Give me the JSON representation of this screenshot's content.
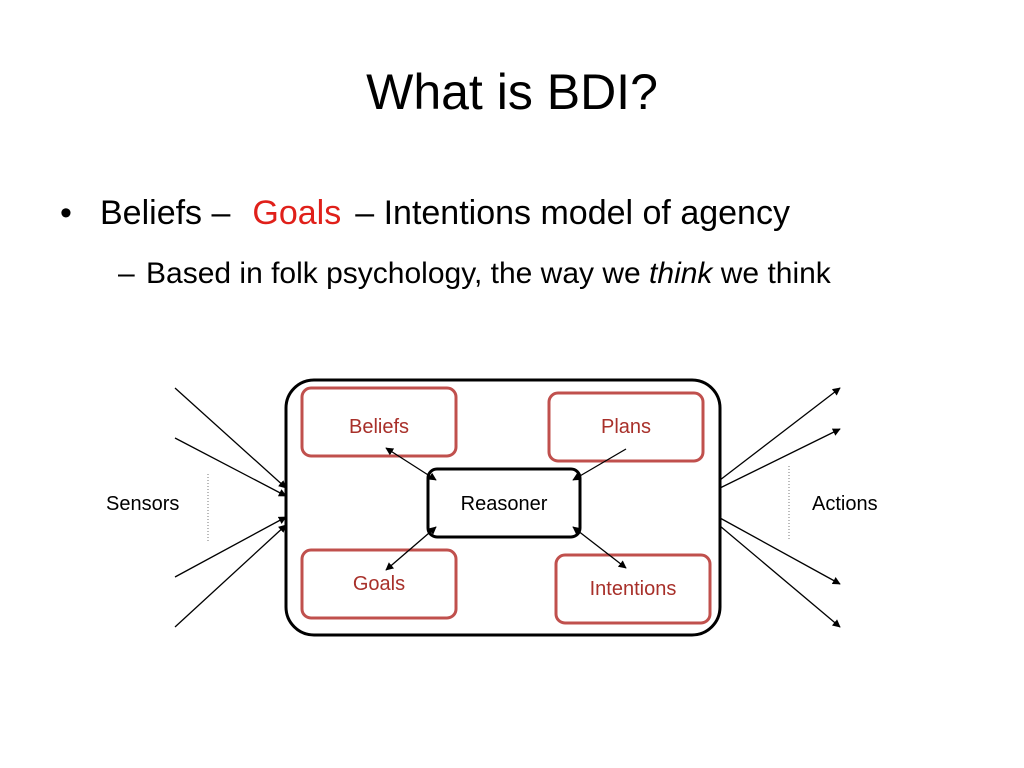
{
  "slide": {
    "title": "What is BDI?",
    "bullet1": {
      "dot": "•",
      "prefix": "Beliefs –",
      "highlight": "Goals",
      "suffix": "– Intentions model of agency"
    },
    "bullet2": {
      "dash": "–",
      "text_before": "Based in folk psychology, the way we ",
      "emphasis": "think",
      "text_after": " we think"
    }
  },
  "diagram": {
    "left_label": "Sensors",
    "right_label": "Actions",
    "center_node": "Reasoner",
    "nodes": {
      "beliefs": "Beliefs",
      "plans": "Plans",
      "goals": "Goals",
      "intentions": "Intentions"
    },
    "colors": {
      "box_border": "#c0504d",
      "box_text": "#a8302a",
      "highlight_text": "#e0201a",
      "line": "#000000"
    }
  }
}
